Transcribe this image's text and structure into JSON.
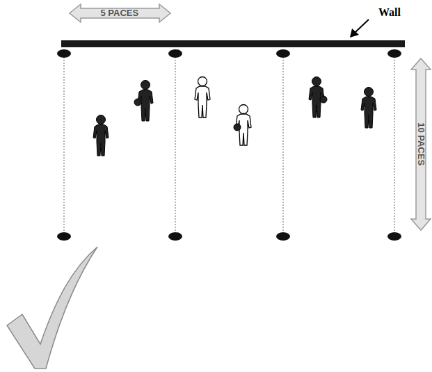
{
  "diagram": {
    "labels": [
      "5 PACES",
      "Wall",
      "10 PACES"
    ]
  }
}
